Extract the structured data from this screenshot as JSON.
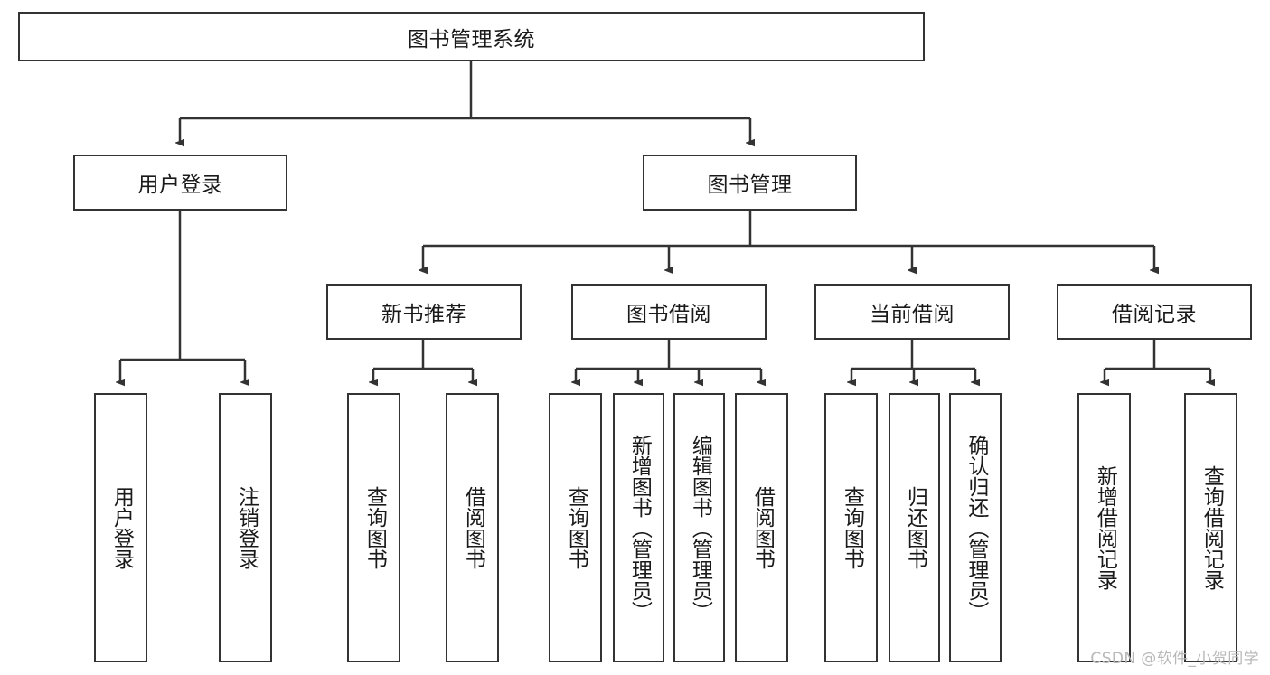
{
  "diagram": {
    "title": "图书管理系统",
    "type": "hierarchy-tree",
    "stroke_color": "#333333",
    "fill_color": "#ffffff",
    "text_color": "#1a1a1a",
    "watermark": "CSDN @软件_小贺同学"
  },
  "nodes": {
    "root": {
      "label": "图书管理系统"
    },
    "level2": [
      {
        "label": "用户登录"
      },
      {
        "label": "图书管理"
      }
    ],
    "level3": [
      {
        "label": "新书推荐"
      },
      {
        "label": "图书借阅"
      },
      {
        "label": "当前借阅"
      },
      {
        "label": "借阅记录"
      }
    ],
    "leaves": {
      "user_login": [
        {
          "label": "用户登录"
        },
        {
          "label": "注销登录"
        }
      ],
      "new_book": [
        {
          "label": "查询图书"
        },
        {
          "label": "借阅图书"
        }
      ],
      "book_borrow": [
        {
          "label": "查询图书"
        },
        {
          "label": "新增图书（管理员）"
        },
        {
          "label": "编辑图书（管理员）"
        },
        {
          "label": "借阅图书"
        }
      ],
      "current_borrow": [
        {
          "label": "查询图书"
        },
        {
          "label": "归还图书"
        },
        {
          "label": "确认归还（管理员）"
        }
      ],
      "borrow_record": [
        {
          "label": "新增借阅记录"
        },
        {
          "label": "查询借阅记录"
        }
      ]
    }
  }
}
